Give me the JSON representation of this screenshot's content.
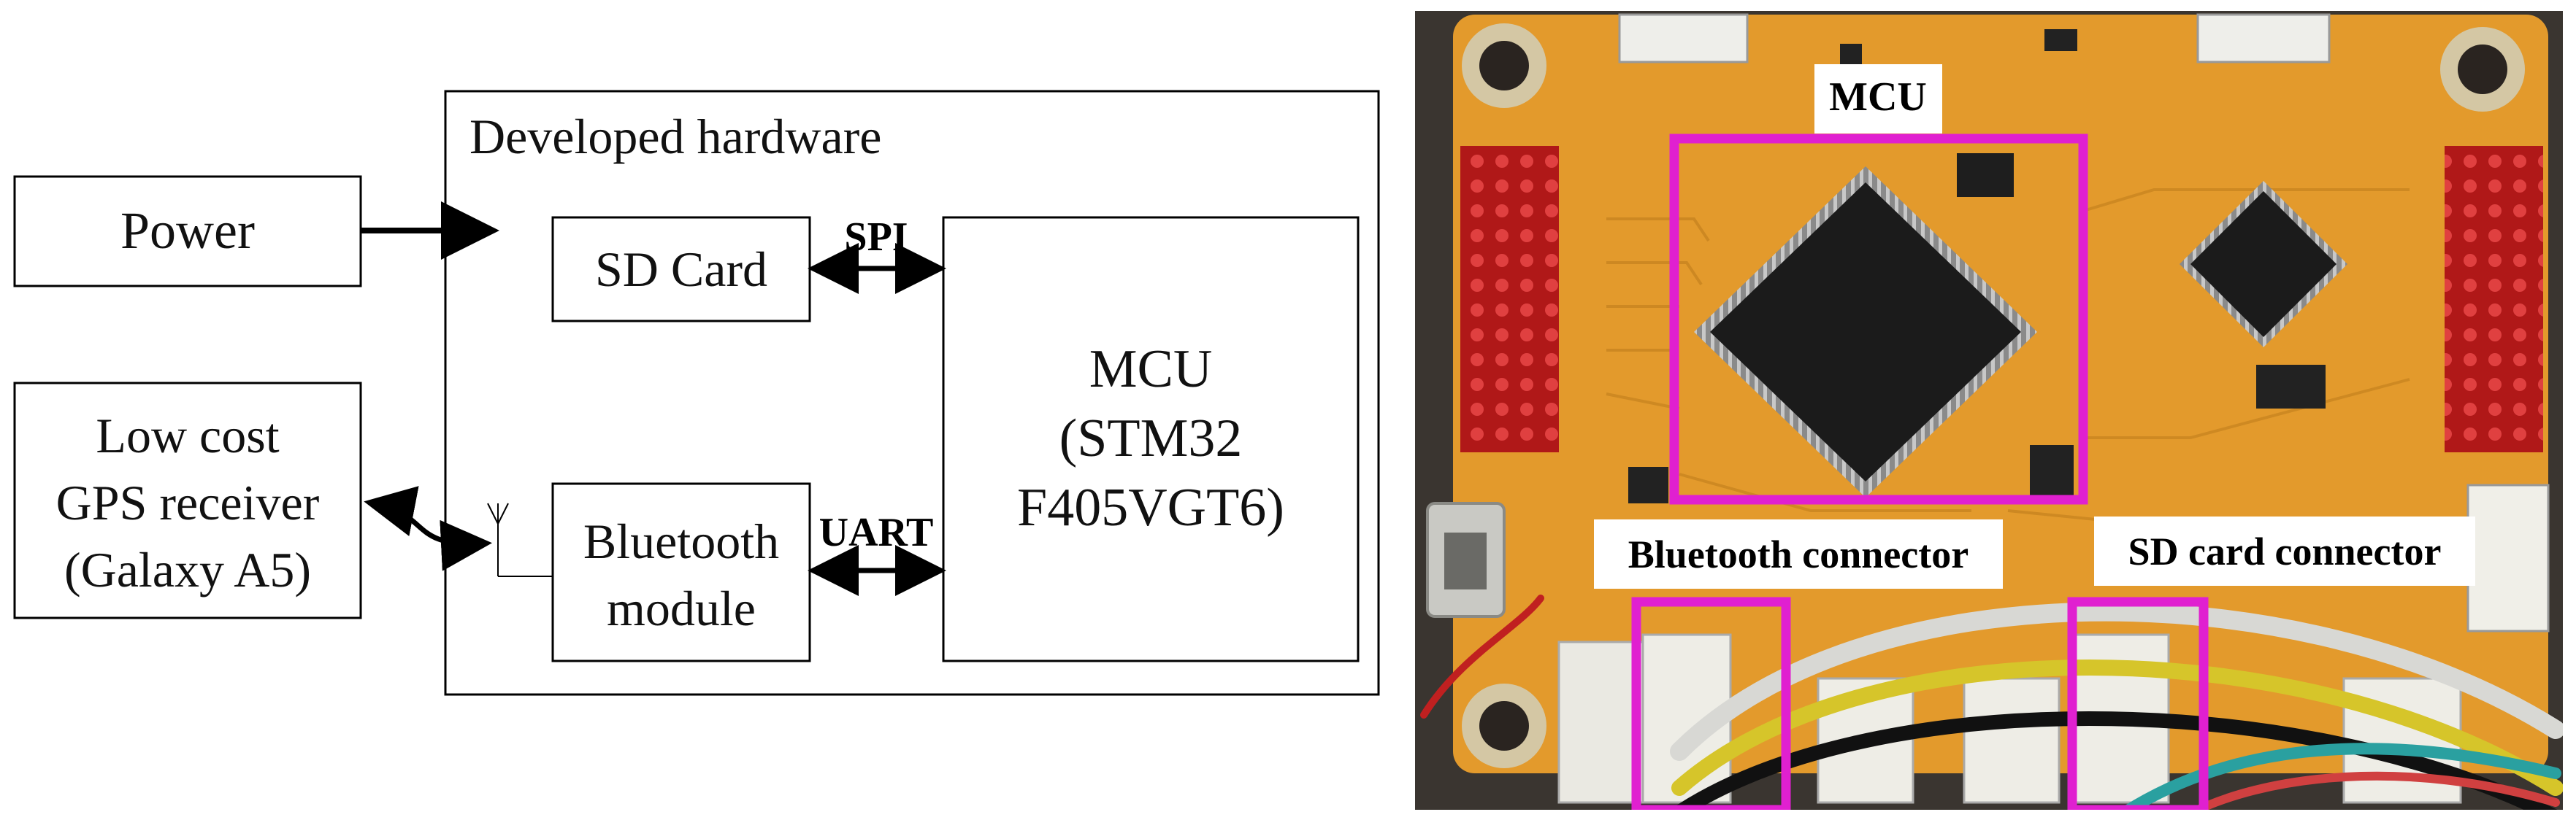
{
  "block_diagram": {
    "container_title": "Developed hardware",
    "power_label": "Power",
    "gps_lines": [
      "Low cost",
      "GPS receiver",
      "(Galaxy A5)"
    ],
    "sd_card_label": "SD Card",
    "bluetooth_lines": [
      "Bluetooth",
      "module"
    ],
    "mcu_lines": [
      "MCU",
      "(STM32",
      "F405VGT6)"
    ],
    "spi_label": "SPI",
    "uart_label": "UART"
  },
  "photo": {
    "mcu_label": "MCU",
    "bluetooth_connector_label": "Bluetooth connector",
    "sd_connector_label": "SD card connector",
    "highlight_color": "#e020d0",
    "board_color": "#e39a2c"
  }
}
